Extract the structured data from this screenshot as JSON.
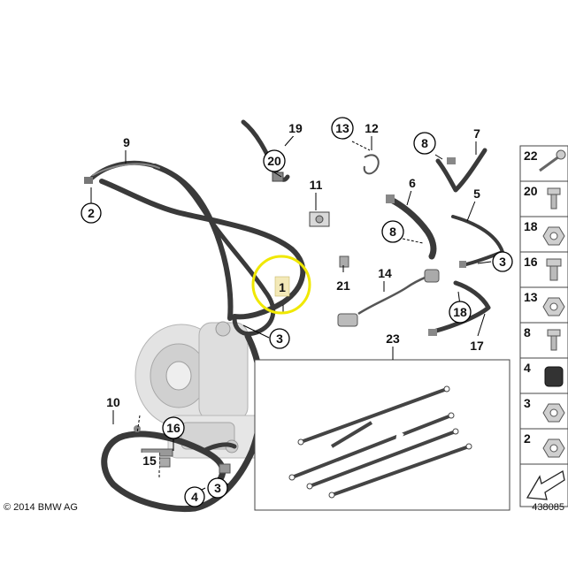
{
  "copyright": "© 2014 BMW AG",
  "diagram_id": "438085",
  "highlight_color": "#f0e800",
  "highlight_box_color": "#f3e9b8",
  "callouts": {
    "c1": "1",
    "c2a": "2",
    "c3a": "3",
    "c3b": "3",
    "c3c": "3",
    "c4": "4",
    "c5": "5",
    "c6": "6",
    "c7": "7",
    "c8a": "8",
    "c8b": "8",
    "c9": "9",
    "c10": "10",
    "c11": "11",
    "c12": "12",
    "c13": "13",
    "c14": "14",
    "c15": "15",
    "c16": "16",
    "c17": "17",
    "c18": "18",
    "c19": "19",
    "c20": "20",
    "c21": "21",
    "c23": "23"
  },
  "parts_column": [
    "22",
    "20",
    "18",
    "16",
    "13",
    "8",
    "4",
    "3",
    "2"
  ]
}
